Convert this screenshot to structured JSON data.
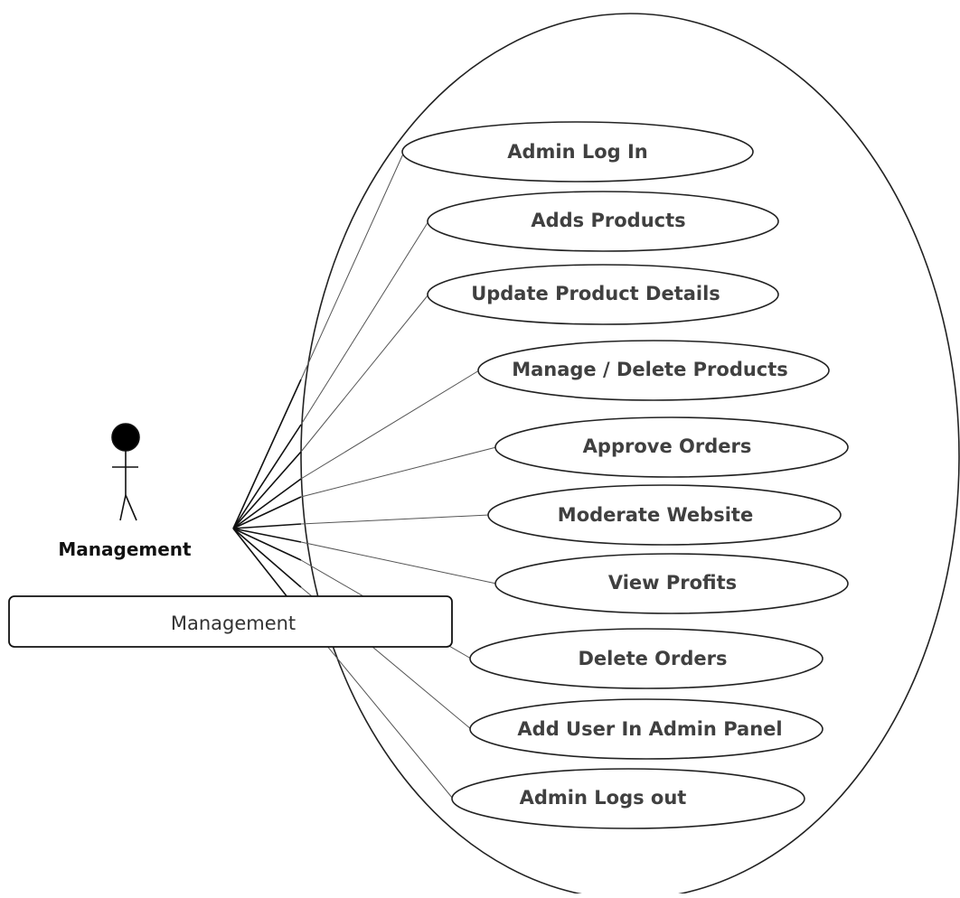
{
  "diagram": {
    "actor": {
      "label": "Management",
      "icon": "stick-figure-icon"
    },
    "use_cases": [
      {
        "id": "admin-log-in",
        "label": "Admin Log In"
      },
      {
        "id": "adds-products",
        "label": "Adds Products"
      },
      {
        "id": "update-product-details",
        "label": "Update Product Details"
      },
      {
        "id": "manage-delete-products",
        "label": "Manage / Delete Products"
      },
      {
        "id": "approve-orders",
        "label": "Approve Orders"
      },
      {
        "id": "moderate-website",
        "label": "Moderate Website"
      },
      {
        "id": "view-profits",
        "label": "View Profits"
      },
      {
        "id": "delete-orders",
        "label": "Delete Orders"
      },
      {
        "id": "add-user-in-admin-panel",
        "label": "Add User In Admin Panel"
      },
      {
        "id": "admin-logs-out",
        "label": "Admin Logs out"
      }
    ],
    "tooltip_label": "Management",
    "colors": {
      "stroke": "#222222",
      "text": "#404040",
      "background": "#ffffff"
    }
  }
}
